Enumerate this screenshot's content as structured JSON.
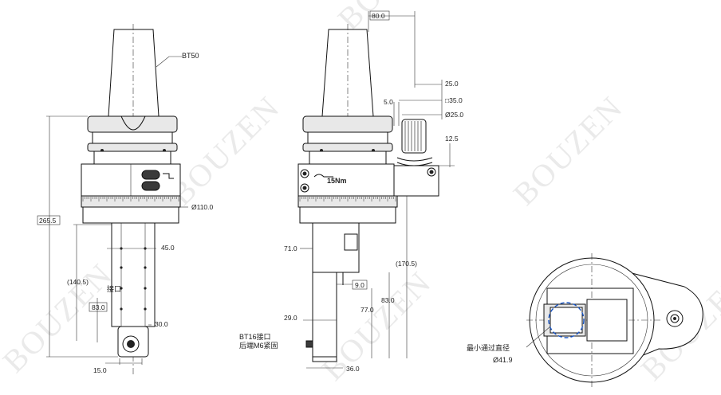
{
  "watermark": "BOUZEN",
  "front_view": {
    "taper_label": "BT50",
    "overall_height": "265.5",
    "body_diameter": "Ø110.0",
    "spindle_length": "(140.5)",
    "port_label": "接口",
    "port_height": "83.0",
    "dim_45": "45.0",
    "dim_30": "30.0",
    "dim_15": "15.0"
  },
  "side_view": {
    "dim_80": "80.0",
    "dim_25": "25.0",
    "dim_5": "5.0",
    "square_35": "□35.0",
    "dia_25": "Ø25.0",
    "dim_12_5": "12.5",
    "torque_label": "15Nm",
    "dim_71": "71.0",
    "dim_170_5": "(170.5)",
    "dim_9": "9.0",
    "dim_83": "83.0",
    "dim_77": "77.0",
    "dim_29": "29.0",
    "dim_36": "36.0",
    "port_note_1": "BT16接口",
    "port_note_2": "后端M6紧固"
  },
  "top_view": {
    "bore_label": "最小通过直径",
    "bore_diameter": "Ø41.9"
  }
}
